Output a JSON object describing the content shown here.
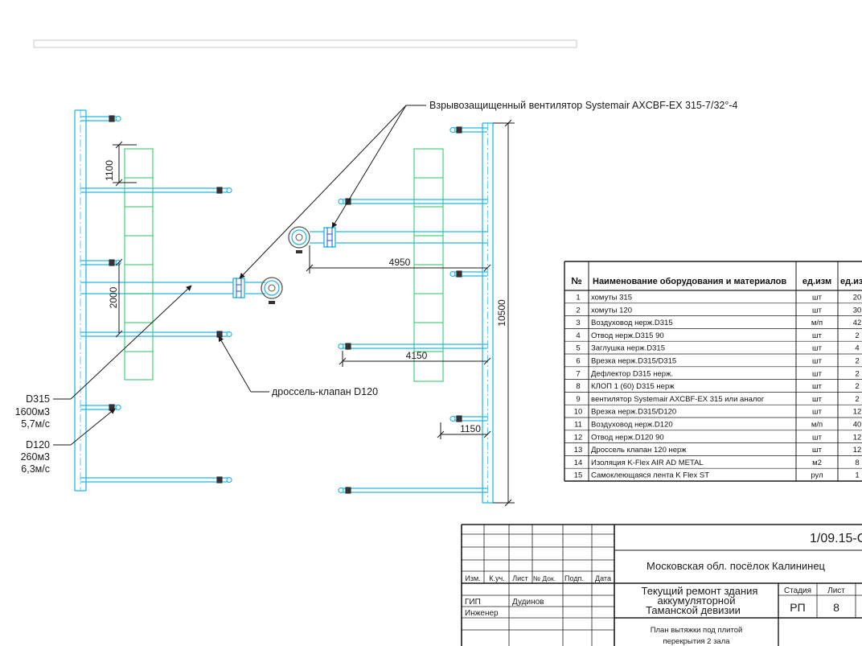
{
  "labels": {
    "fan_callout": "Взрывозащищенный вентилятор Systemair AXCBF-EX 315-7/32°-4",
    "damper_callout": "дроссель-клапан D120",
    "main_duct": {
      "size": "D315",
      "flow": "1600м3",
      "speed": "5,7м/с"
    },
    "branch_duct": {
      "size": "D120",
      "flow": "260м3",
      "speed": "6,3м/с"
    }
  },
  "dimensions": {
    "d1100": "1100",
    "d2000": "2000",
    "d4950": "4950",
    "d4150": "4150",
    "d1150": "1150",
    "d10500": "10500"
  },
  "spec_table": {
    "headers": [
      "№",
      "Наименование оборудования и материалов",
      "ед.изм",
      "ед.из"
    ],
    "rows": [
      {
        "n": "1",
        "name": "хомуты 315",
        "unit": "шт",
        "qty": "20"
      },
      {
        "n": "2",
        "name": "хомуты 120",
        "unit": "шт",
        "qty": "30"
      },
      {
        "n": "3",
        "name": "Воздуховод нерж.D315",
        "unit": "м/п",
        "qty": "42"
      },
      {
        "n": "4",
        "name": "Отвод нерж.D315 90",
        "unit": "шт",
        "qty": "2"
      },
      {
        "n": "5",
        "name": "Заглушка нерж.D315",
        "unit": "шт",
        "qty": "4"
      },
      {
        "n": "6",
        "name": "Врезка нерж.D315/D315",
        "unit": "шт",
        "qty": "2"
      },
      {
        "n": "7",
        "name": "Дефлектор D315 нерж.",
        "unit": "шт",
        "qty": "2"
      },
      {
        "n": "8",
        "name": "КЛОП 1 (60) D315 нерж",
        "unit": "шт",
        "qty": "2"
      },
      {
        "n": "9",
        "name": "вентилятор Systemair AXCBF-EX 315 или аналог",
        "unit": "шт",
        "qty": "2"
      },
      {
        "n": "10",
        "name": "Врезка нерж.D315/D120",
        "unit": "шт",
        "qty": "12"
      },
      {
        "n": "11",
        "name": "Воздуховод нерж.D120",
        "unit": "м/п",
        "qty": "40"
      },
      {
        "n": "12",
        "name": "Отвод нерж.D120 90",
        "unit": "шт",
        "qty": "12"
      },
      {
        "n": "13",
        "name": "Дроссель клапан 120 нерж",
        "unit": "шт",
        "qty": "12"
      },
      {
        "n": "14",
        "name": "Изоляция  K-Flex AIR AD METAL",
        "unit": "м2",
        "qty": "8"
      },
      {
        "n": "15",
        "name": "Самоклеющаяся лента K Flex ST",
        "unit": "рул",
        "qty": "1"
      }
    ]
  },
  "title_block": {
    "doc_code": "1/09.15-С",
    "location": "Московская обл. посёлок Калининец",
    "col_headers": [
      "Изм.",
      "К.уч.",
      "Лист",
      "№ Док.",
      "Подп.",
      "Дата"
    ],
    "role_gip": "ГИП",
    "role_gip_name": "Дудинов",
    "role_engineer": "Инженер",
    "project_line1": "Текущий ремонт здания",
    "project_line2": "аккумуляторной",
    "project_line3": "Таманской девизии",
    "stage_header": "Стадия",
    "sheet_header": "Лист",
    "stage_value": "РП",
    "sheet_value": "8",
    "sheet_title_line1": "План вытяжки под плитой",
    "sheet_title_line2": "перекрытия  2 зала"
  },
  "colors": {
    "duct": "#22b8e8",
    "support": "#22c55e",
    "line": "#1a1a1a"
  }
}
